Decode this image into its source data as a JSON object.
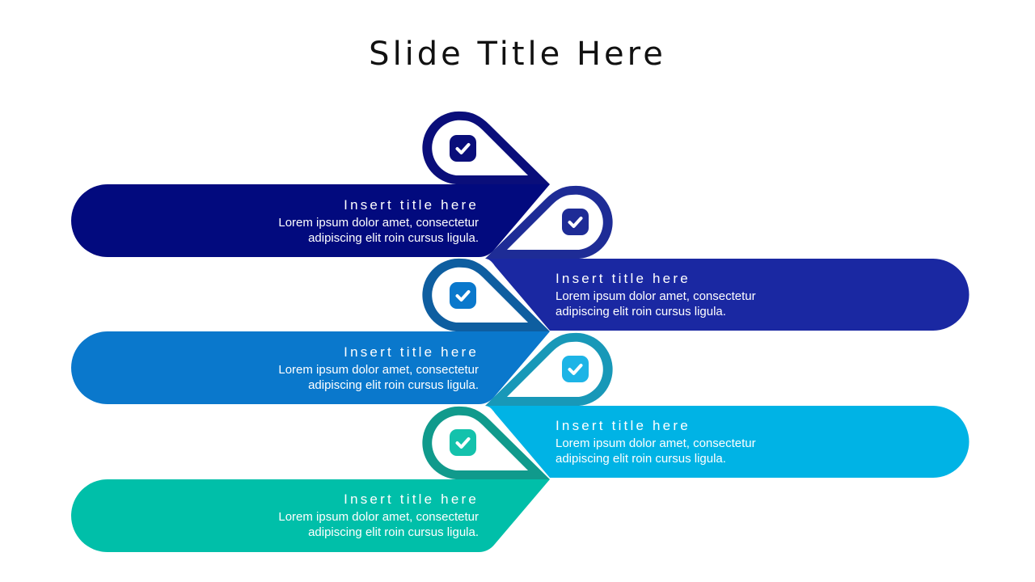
{
  "slide": {
    "title": "Slide Title Here"
  },
  "colors": {
    "navy": "#020A7E",
    "royal": "#1A28A2",
    "mid_blue": "#0A78CC",
    "cyan": "#00B3E5",
    "teal": "#00BFA9",
    "pin_navy": "#0A0E7A",
    "pin_royal": "#1E2C96",
    "pin_mid_blue": "#0E5EA0",
    "pin_cyan": "#1898B8",
    "pin_teal": "#109A8C"
  },
  "items": [
    {
      "side": "left",
      "title": "Insert title here",
      "body_line1": "Lorem ipsum dolor amet, consectetur",
      "body_line2": "adipiscing elit roin cursus ligula.",
      "icon": "check-square-icon"
    },
    {
      "side": "right",
      "title": "Insert title here",
      "body_line1": "Lorem ipsum dolor amet, consectetur",
      "body_line2": "adipiscing elit roin cursus ligula.",
      "icon": "check-square-icon"
    },
    {
      "side": "left",
      "title": "Insert title here",
      "body_line1": "Lorem ipsum dolor amet, consectetur",
      "body_line2": "adipiscing elit roin cursus ligula.",
      "icon": "check-square-icon"
    },
    {
      "side": "right",
      "title": "Insert title here",
      "body_line1": "Lorem ipsum dolor amet, consectetur",
      "body_line2": "adipiscing elit roin cursus ligula.",
      "icon": "check-square-icon"
    },
    {
      "side": "left",
      "title": "Insert title here",
      "body_line1": "Lorem ipsum dolor amet, consectetur",
      "body_line2": "adipiscing elit roin cursus ligula.",
      "icon": "check-square-icon"
    }
  ]
}
